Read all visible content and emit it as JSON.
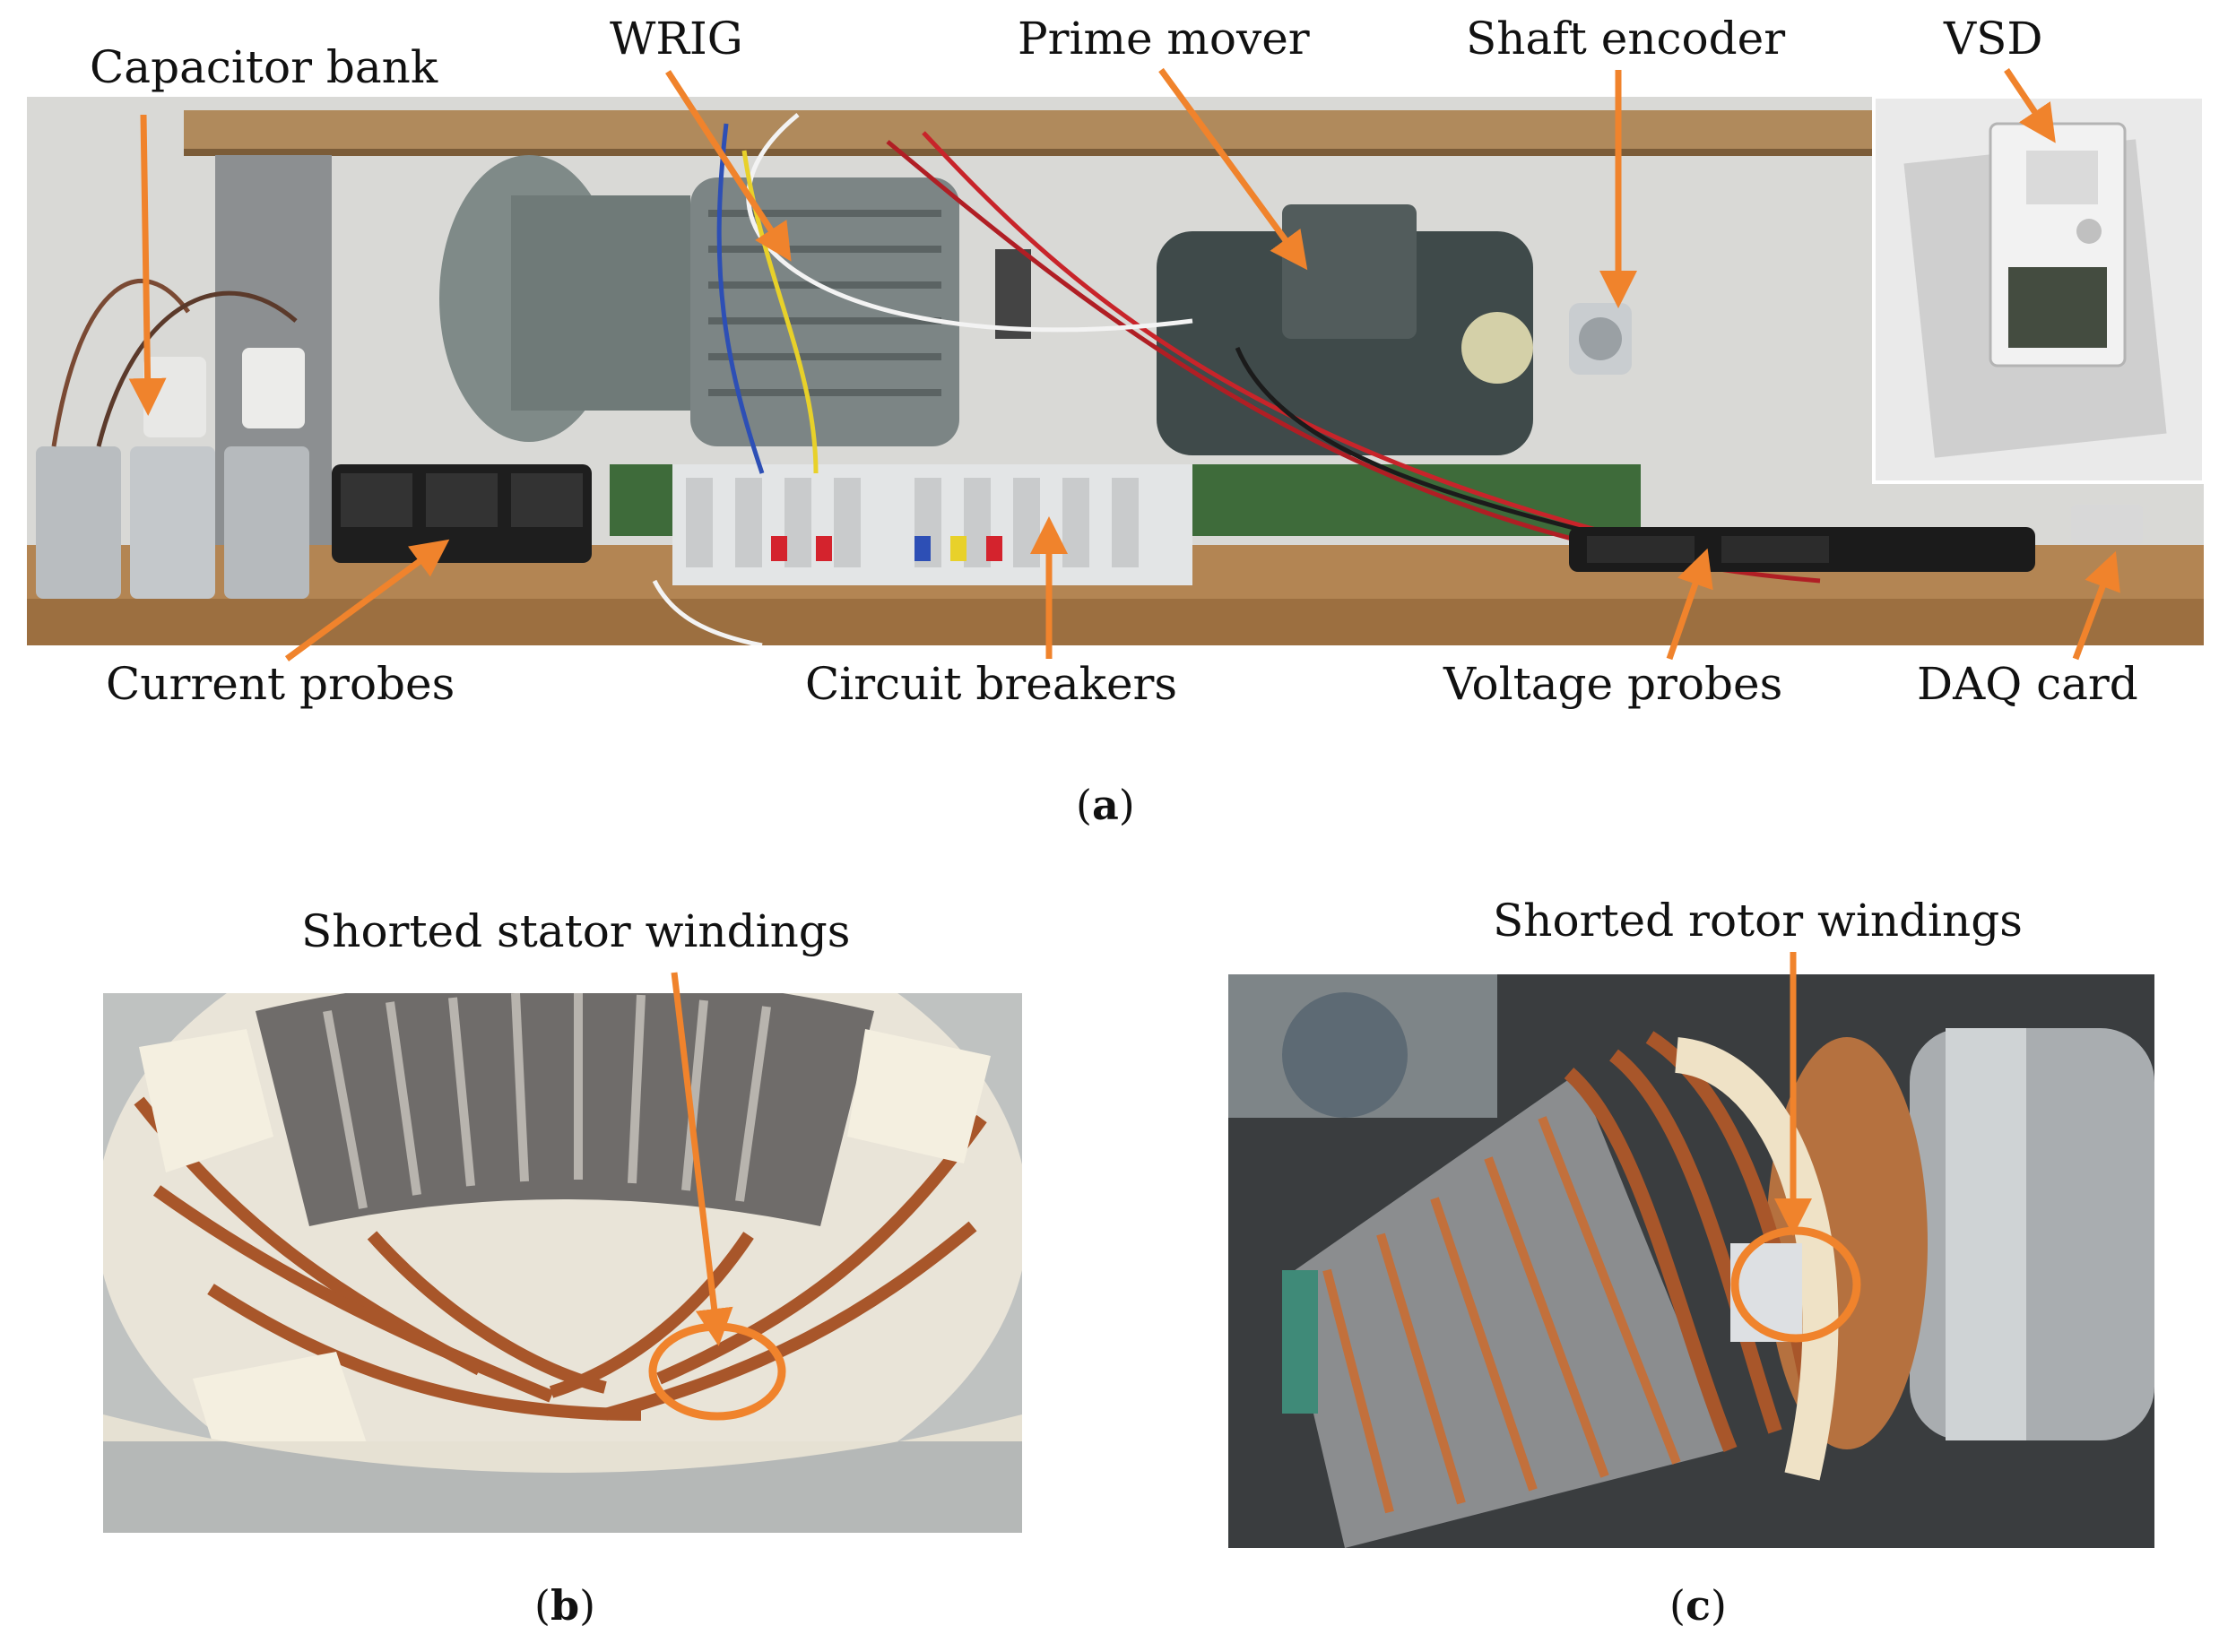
{
  "panel_a": {
    "labels": {
      "capacitor_bank": "Capacitor bank",
      "wrig": "WRIG",
      "prime_mover": "Prime mover",
      "shaft_encoder": "Shaft encoder",
      "vsd": "VSD",
      "current_probes": "Current probes",
      "circuit_breakers": "Circuit breakers",
      "voltage_probes": "Voltage probes",
      "daq_card": "DAQ card"
    },
    "caption_letter": "a"
  },
  "panel_b": {
    "label": "Shorted stator windings",
    "caption_letter": "b"
  },
  "panel_c": {
    "label": "Shorted rotor windings",
    "caption_letter": "c"
  },
  "colors": {
    "annotation": "#f0832c",
    "copper": "#b5622e",
    "steel": "#9aa0a4",
    "wood": "#b88a55"
  }
}
